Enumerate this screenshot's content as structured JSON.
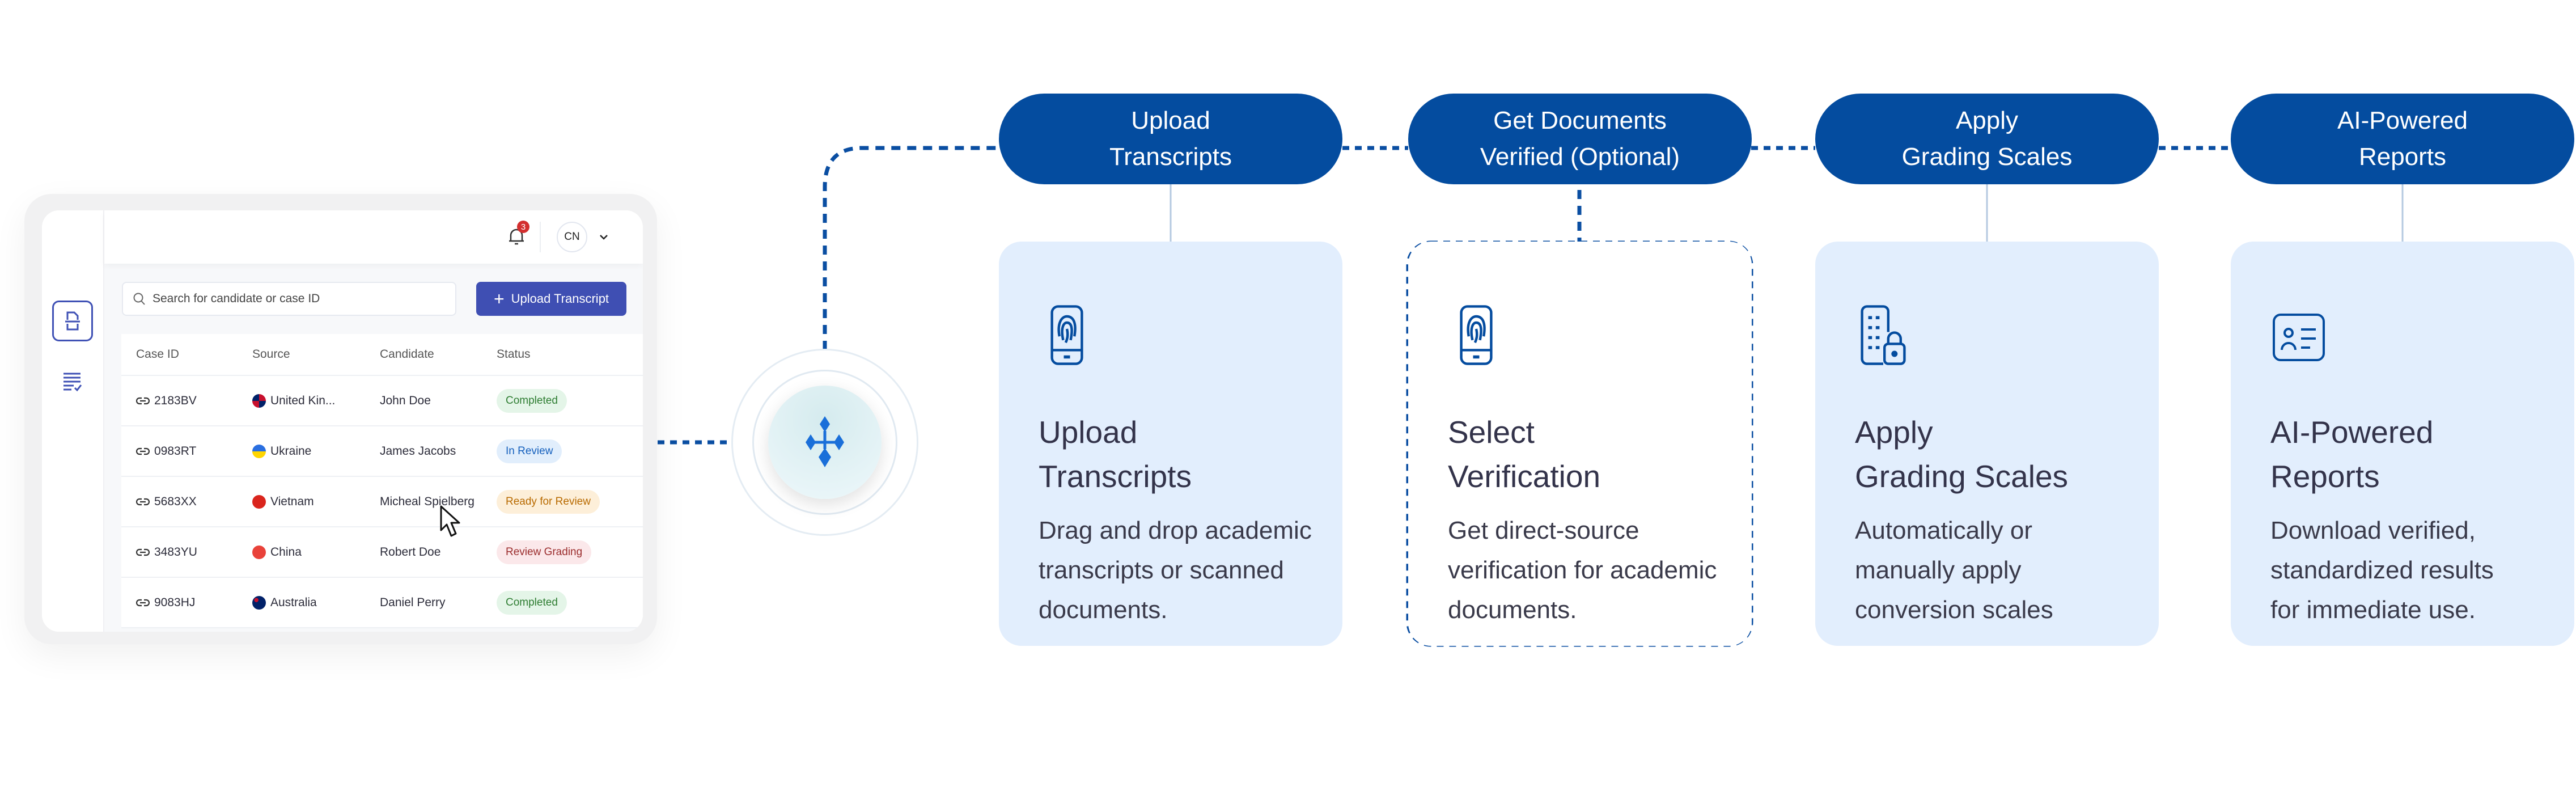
{
  "colors": {
    "primary": "#044c9f",
    "card_bg": "#e2eefd",
    "button": "#3f4fb3",
    "connector": "#0a4ea2"
  },
  "mockup": {
    "notification_count": "3",
    "avatar": "CN",
    "search_placeholder": "Search for candidate or case ID",
    "upload_button": "Upload Transcript",
    "columns": [
      "Case ID",
      "Source",
      "Candidate",
      "Status"
    ],
    "rows": [
      {
        "case_id": "2183BV",
        "source": "United Kin...",
        "flag": "uk",
        "candidate": "John Doe",
        "status": "Completed",
        "status_type": "completed"
      },
      {
        "case_id": "0983RT",
        "source": "Ukraine",
        "flag": "ukraine",
        "candidate": "James Jacobs",
        "status": "In Review",
        "status_type": "review"
      },
      {
        "case_id": "5683XX",
        "source": "Vietnam",
        "flag": "vietnam",
        "candidate": "Micheal Spielberg",
        "status": "Ready for Review",
        "status_type": "ready"
      },
      {
        "case_id": "3483YU",
        "source": "China",
        "flag": "china",
        "candidate": "Robert Doe",
        "status": "Review Grading",
        "status_type": "grading"
      },
      {
        "case_id": "9083HJ",
        "source": "Australia",
        "flag": "australia",
        "candidate": "Daniel Perry",
        "status": "Completed",
        "status_type": "completed"
      }
    ]
  },
  "steps": [
    {
      "pill": [
        "Upload",
        "Transcripts"
      ],
      "icon": "fingerprint-phone-icon",
      "title": [
        "Upload",
        "Transcripts"
      ],
      "body": [
        "Drag and drop academic",
        "transcripts or scanned",
        "documents."
      ],
      "optional": false
    },
    {
      "pill": [
        "Get Documents",
        "Verified (Optional)"
      ],
      "icon": "fingerprint-phone-icon",
      "title": [
        "Select",
        "Verification"
      ],
      "body": [
        "Get direct-source",
        "verification for academic",
        "documents."
      ],
      "optional": true
    },
    {
      "pill": [
        "Apply",
        "Grading Scales"
      ],
      "icon": "document-lock-icon",
      "title": [
        "Apply",
        "Grading Scales"
      ],
      "body": [
        "Automatically or",
        "manually apply",
        "conversion scales"
      ],
      "optional": false
    },
    {
      "pill": [
        "AI-Powered",
        "Reports"
      ],
      "icon": "profile-card-icon",
      "title": [
        "AI-Powered",
        "Reports"
      ],
      "body": [
        "Download verified,",
        "standardized results",
        "for immediate use."
      ],
      "optional": false
    }
  ]
}
